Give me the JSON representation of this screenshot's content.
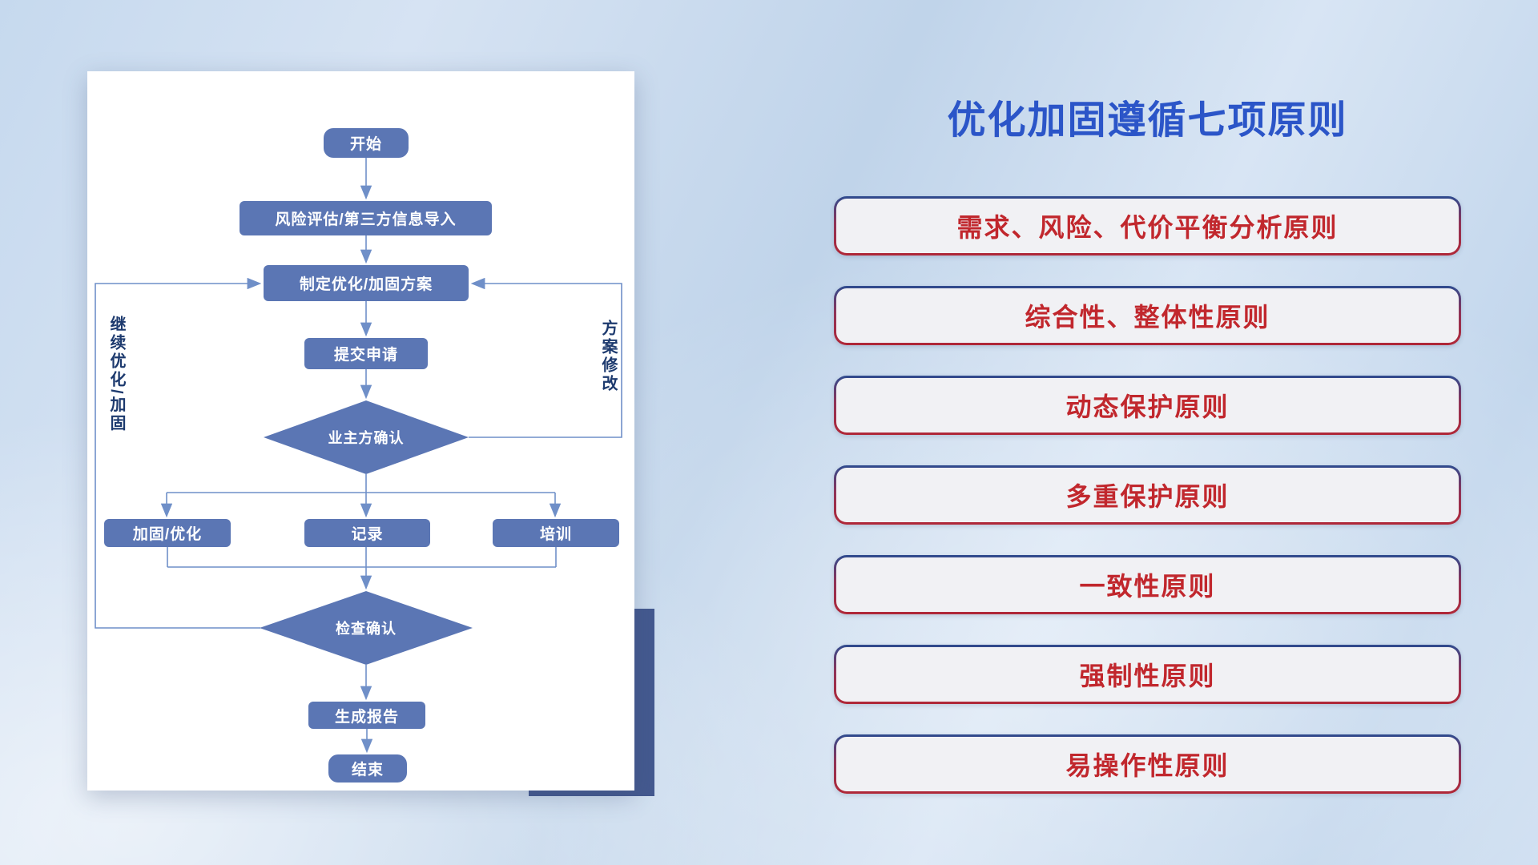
{
  "title": "优化加固遵循七项原则",
  "flow": {
    "start": "开始",
    "risk_import": "风险评估/第三方信息导入",
    "make_plan": "制定优化/加固方案",
    "submit": "提交申请",
    "owner_confirm": "业主方确认",
    "reinforce": "加固/优化",
    "record": "记录",
    "training": "培训",
    "check_confirm": "检查确认",
    "report": "生成报告",
    "end": "结束",
    "left_loop_label": "继续优化/加固",
    "right_loop_label": "方案修改"
  },
  "principles": [
    "需求、风险、代价平衡分析原则",
    "综合性、整体性原则",
    "动态保护原则",
    "多重保护原则",
    "一致性原则",
    "强制性原则",
    "易操作性原则"
  ],
  "colors": {
    "node_blue": "#5b76b4",
    "line_blue": "#6f8fc8",
    "title_blue": "#2b55c8",
    "principle_red": "#c1272d",
    "accent_navy": "#44598f"
  }
}
